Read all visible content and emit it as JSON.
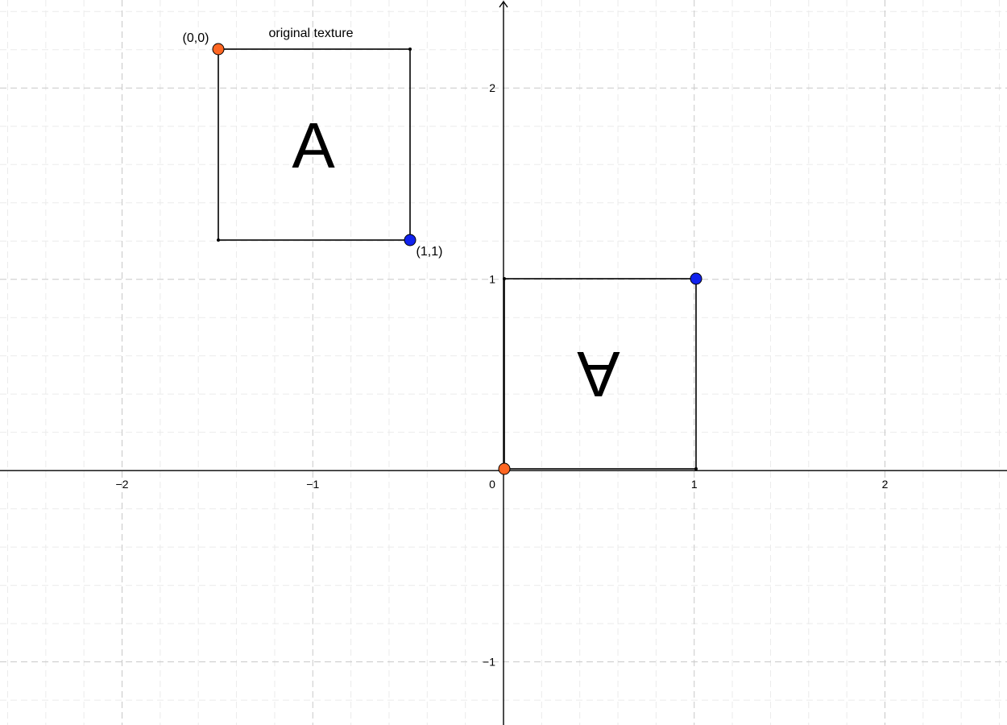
{
  "axes": {
    "x_ticks": [
      {
        "value": -2,
        "label": "−2"
      },
      {
        "value": -1,
        "label": "−1"
      },
      {
        "value": 0,
        "label": "0"
      },
      {
        "value": 1,
        "label": "1"
      },
      {
        "value": 2,
        "label": "2"
      }
    ],
    "y_ticks": [
      {
        "value": 2,
        "label": "2"
      },
      {
        "value": 1,
        "label": "1"
      },
      {
        "value": -1,
        "label": "−1"
      }
    ],
    "xlim": [
      -2.64,
      2.64
    ],
    "ylim": [
      -1.33,
      2.46
    ],
    "grid": true
  },
  "original_texture": {
    "caption": "original texture",
    "letter": "A",
    "corner_start_label": "(0,0)",
    "corner_end_label": "(1,1)"
  },
  "mapped_texture": {
    "letter": "A",
    "orientation": "rotated-180"
  },
  "colors": {
    "origin_point": "#ff6622",
    "end_point": "#1122ee",
    "axis": "#000000"
  }
}
